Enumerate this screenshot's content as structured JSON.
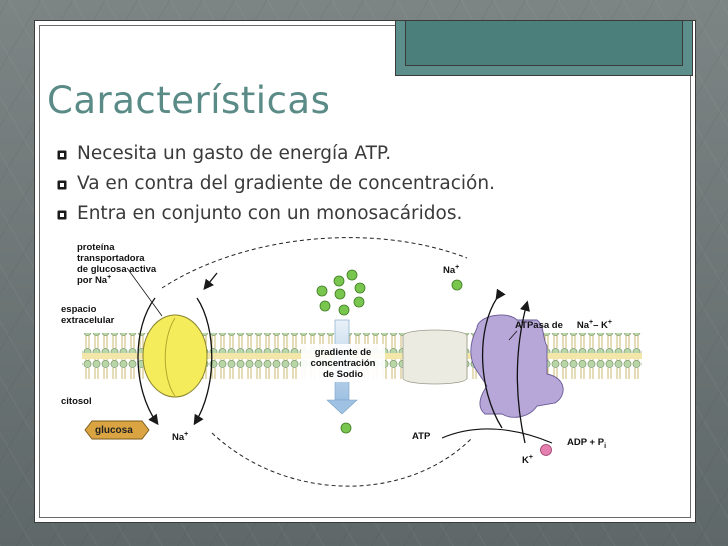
{
  "slide": {
    "title": "Características",
    "bullets": [
      "Necesita un gasto de energía ATP.",
      "Va en contra del gradiente de concentración.",
      "Entra en conjunto con un monosacáridos."
    ],
    "colors": {
      "background": "#6e7676",
      "title": "#5a8b87",
      "accent": "#5c8f8b",
      "bullet_icon": "#1a1a1a"
    }
  },
  "diagram": {
    "labels": {
      "protein_line1": "proteína",
      "protein_line2": "transportadora",
      "protein_line3": "de glucosa activa",
      "protein_line4": "por  Na",
      "protein_line4_sup": "+",
      "extracellular_line1": "espacio",
      "extracellular_line2": "extracelular",
      "cytosol": "citosol",
      "glucose": "glucosa",
      "na_bottom": "Na",
      "na_bottom_sup": "+",
      "na_top": "Na",
      "na_top_sup": "+",
      "gradient_line1": "gradiente de",
      "gradient_line2": "concentración",
      "gradient_line3": "de Sodio",
      "atpase_prefix": "ATPasa de",
      "atpase_na": "Na",
      "atpase_na_sup": "+",
      "atpase_dash": "– K",
      "atpase_k_sup": "+",
      "atp": "ATP",
      "adp": "ADP  +   P",
      "adp_sub": "i",
      "k": "K",
      "k_sup": "+"
    },
    "colors": {
      "membrane_tails": "#f2e6a8",
      "membrane_heads": "#b9d6a8",
      "glucose_transporter": "#f4ec5a",
      "glucose_box": "#d9a441",
      "sodium": "#79c64f",
      "atpase": "#b7a7d9",
      "gradient_arrow": "#b9d3ea",
      "potassium": "#e57fb0"
    }
  }
}
